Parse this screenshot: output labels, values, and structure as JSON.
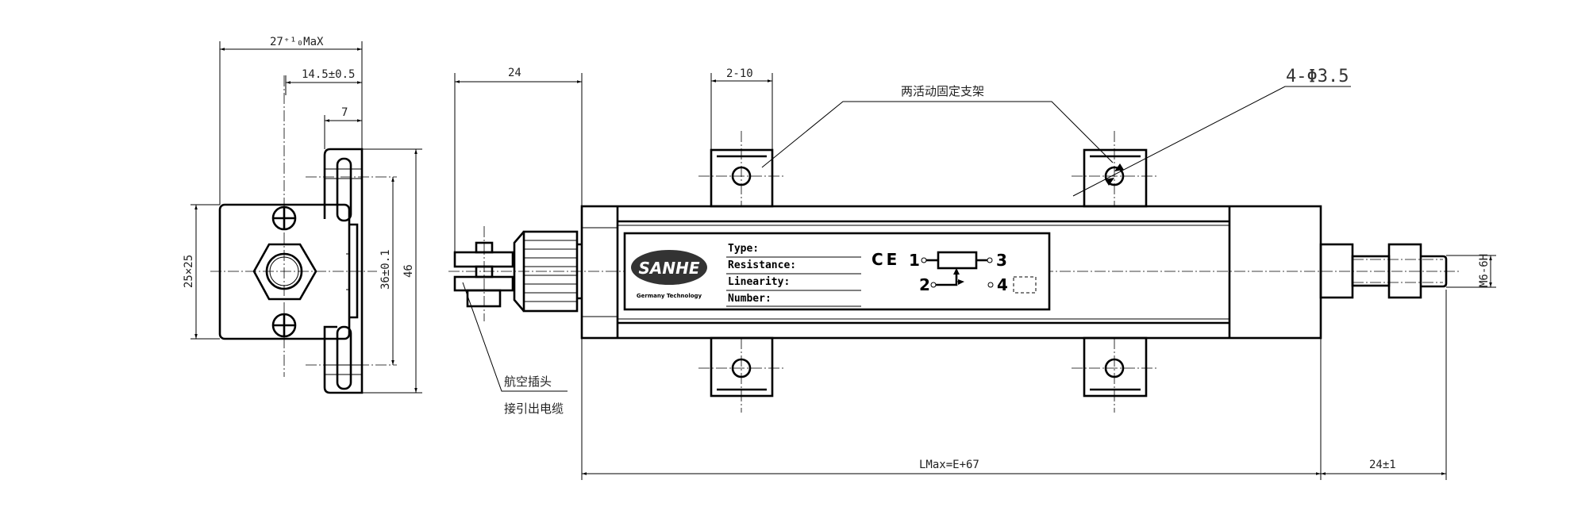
{
  "side_view": {
    "dim_width": "27⁺¹₀MaX",
    "dim_center": "14.5±0.5",
    "dim_offset": "7",
    "dim_square": "25×25",
    "dim_hole_pitch": "36±0.1",
    "dim_height": "46"
  },
  "front_view": {
    "dim_connector": "24",
    "dim_bracket": "2-10",
    "bracket_note": "两活动固定支架",
    "hole_note": "4-Φ3.5",
    "connector_note_1": "航空插头",
    "connector_note_2": "接引出电缆",
    "dim_length": "LMax=E+67",
    "dim_rod": "24±1",
    "dim_thread": "M6-6H"
  },
  "nameplate": {
    "brand": "SANHE",
    "tagline": "Germany Technology",
    "fields": [
      "Type:",
      "Resistance:",
      "Linearity:",
      "Number:"
    ],
    "ce_mark": "CE",
    "pins": [
      "1",
      "2",
      "3",
      "4"
    ]
  }
}
